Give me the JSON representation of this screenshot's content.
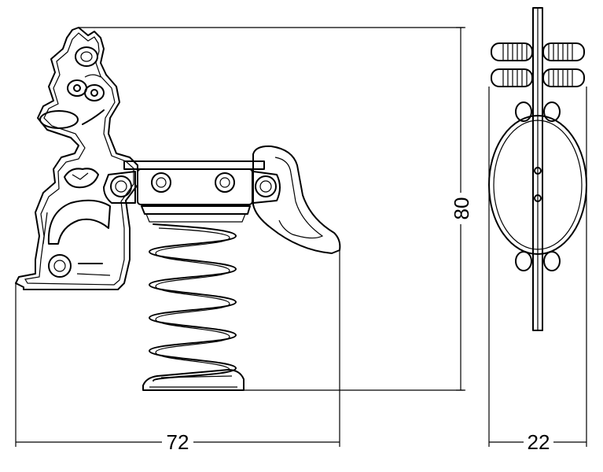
{
  "dimensions": {
    "width_label": "72",
    "height_label": "80",
    "depth_label": "22"
  },
  "colors": {
    "stroke": "#000000",
    "background": "#ffffff"
  }
}
